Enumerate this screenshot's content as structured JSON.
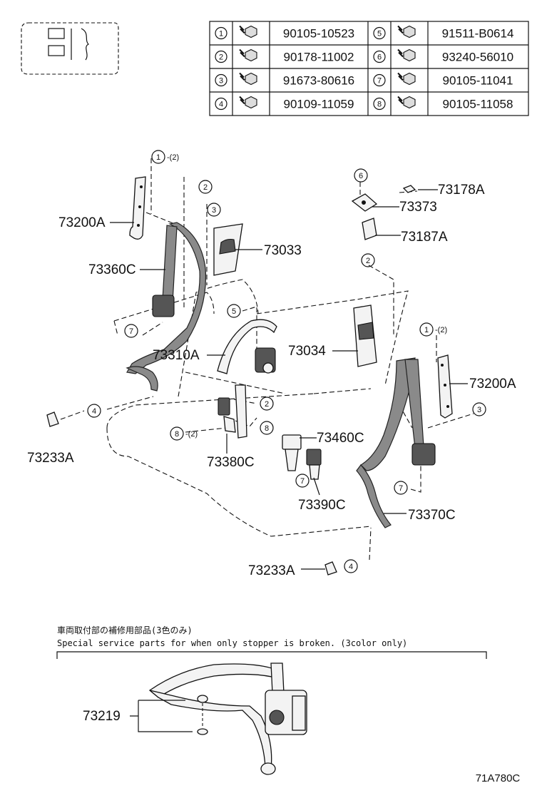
{
  "bolt_table": [
    {
      "no": "1",
      "part": "90105-10523"
    },
    {
      "no": "2",
      "part": "90178-11002"
    },
    {
      "no": "3",
      "part": "91673-80616"
    },
    {
      "no": "4",
      "part": "90109-11059"
    },
    {
      "no": "5",
      "part": "91511-B0614"
    },
    {
      "no": "6",
      "part": "93240-56010"
    },
    {
      "no": "7",
      "part": "90105-11041"
    },
    {
      "no": "8",
      "part": "90105-11058"
    }
  ],
  "parts": {
    "p73200A_left": "73200A",
    "p73360C": "73360C",
    "p73033": "73033",
    "p73178A": "73178A",
    "p73373": "73373",
    "p73187A": "73187A",
    "p73310A": "73310A",
    "p73034": "73034",
    "p73200A_right": "73200A",
    "p73460C": "73460C",
    "p73233A_left": "73233A",
    "p73380C": "73380C",
    "p73390C": "73390C",
    "p73370C": "73370C",
    "p73233A_bottom": "73233A",
    "p73219": "73219"
  },
  "callouts": {
    "c1_left": "1",
    "c1_left_qty": "-(2)",
    "c2_top": "2",
    "c3_top": "3",
    "c6": "6",
    "c2_right": "2",
    "c5": "5",
    "c7_left": "7",
    "c1_right": "1",
    "c1_right_qty": "-(2)",
    "c4_left": "4",
    "c2_mid": "2",
    "c8_left": "8",
    "c8_left_qty": "-(2)",
    "c8_mid": "8",
    "c3_right": "3",
    "c7_mid": "7",
    "c7_right": "7",
    "c4_bottom": "4"
  },
  "notes": {
    "jp": "車両取付部の補修用部品(3色のみ)",
    "en": "Special service parts for when only stopper is broken. (3color only)"
  },
  "diagram_code": "71A780C"
}
